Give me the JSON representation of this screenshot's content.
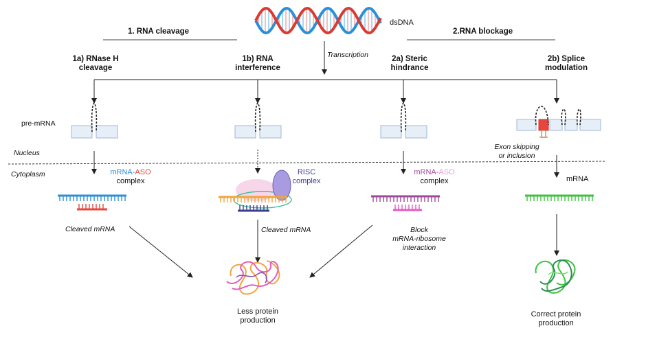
{
  "top": {
    "dsdna": "dsDNA",
    "transcription": "Transcription",
    "section1": "1. RNA cleavage",
    "section2": "2.RNA blockage"
  },
  "methods": {
    "m1a_line1": "1a) RNase H",
    "m1a_line2": "cleavage",
    "m1b_line1": "1b) RNA",
    "m1b_line2": "interference",
    "m2a_line1": "2a) Steric",
    "m2a_line2": "hindrance",
    "m2b_line1": "2b) Splice",
    "m2b_line2": "modulation"
  },
  "compartments": {
    "pre_mrna": "pre-mRNA",
    "nucleus": "Nucleus",
    "cytoplasm": "Cytoplasm"
  },
  "complexes": {
    "aso1_mrna": "mRNA",
    "aso1_dash": "-",
    "aso1_aso": "ASO",
    "aso1_complex": "complex",
    "risc_line1": "RISC",
    "risc_line2": "complex",
    "aso2_mrna": "mRNA",
    "aso2_dash": "-",
    "aso2_aso": "ASO",
    "aso2_complex": "complex",
    "mrna": "mRNA"
  },
  "outcomes": {
    "exon_line1": "Exon skipping",
    "exon_line2": "or inclusion",
    "cleaved1": "Cleaved mRNA",
    "cleaved2": "Cleaved mRNA",
    "block_line1": "Block",
    "block_line2": "mRNA-ribosome",
    "block_line3": "interaction",
    "less_line1": "Less protein",
    "less_line2": "production",
    "correct_line1": "Correct protein",
    "correct_line2": "production"
  },
  "colors": {
    "mrna_blue": "#2a8fd6",
    "aso_red": "#e8463c",
    "risc_navy": "#3b3f8f",
    "risc_orange": "#f2a43a",
    "aso_pink": "#e35bc3",
    "aso_purple": "#a0499b",
    "mrna_green": "#3cc23c",
    "exon_fill": "#e6eef8",
    "exon_stroke": "#9fb7d6"
  },
  "icons": [
    "dna-helix-icon",
    "ribbon-tangle-icon",
    "arrow-icon"
  ]
}
